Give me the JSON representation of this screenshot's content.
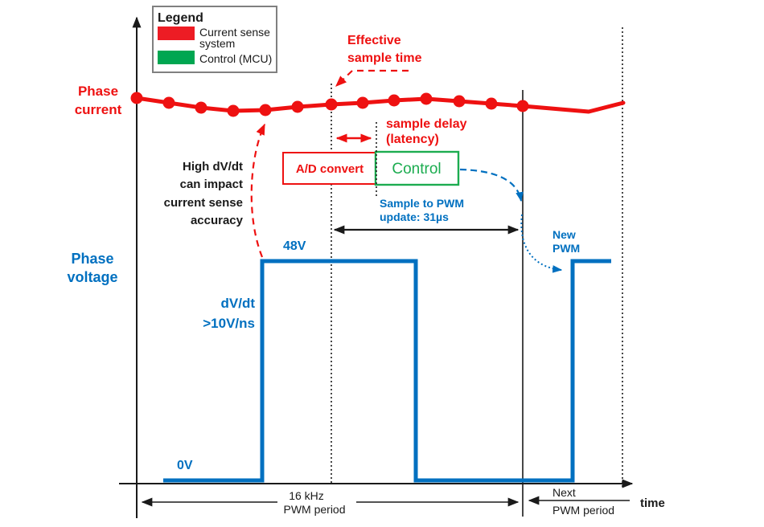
{
  "colors": {
    "current_sense_red": "#ee1111",
    "legend_red_swatch": "#ed1c24",
    "control_green": "#1cac50",
    "legend_green_swatch": "#00a651",
    "phase_voltage_blue": "#0070c0",
    "axis_black": "#1a1a1a"
  },
  "legend": {
    "title": "Legend",
    "items": [
      {
        "line1": "Current sense",
        "line2": "system",
        "color": "#ed1c24"
      },
      {
        "line1": "Control (MCU)",
        "line2": "",
        "color": "#00a651"
      }
    ]
  },
  "labels": {
    "phase_current": {
      "line1": "Phase",
      "line2": "current"
    },
    "phase_voltage": {
      "line1": "Phase",
      "line2": "voltage"
    },
    "effective_sample_time": {
      "line1": "Effective",
      "line2": "sample time"
    },
    "sample_delay": {
      "line1": "sample delay",
      "line2": "(latency)"
    },
    "high_dvdt": {
      "line1": "High dV/dt",
      "line2": "can impact",
      "line3": "current sense",
      "line4": "accuracy"
    },
    "ad_convert": "A/D convert",
    "control": "Control",
    "sample_to_pwm": {
      "line1": "Sample to PWM",
      "line2": "update: 31µs"
    },
    "new_pwm": {
      "line1": "New",
      "line2": "PWM"
    },
    "voltage_high": "48V",
    "voltage_low": "0V",
    "dvdt": {
      "line1": "dV/dt",
      "line2": ">10V/ns"
    },
    "pwm_period": {
      "line1": "16 kHz",
      "line2": "PWM period"
    },
    "next_period": {
      "line1": "Next",
      "line2": "PWM period"
    },
    "time_axis": "time"
  },
  "waveforms": {
    "phase_current": {
      "color": "#ee1111",
      "stroke_width": 5,
      "dot_radius": 7.5,
      "dot_count": 13,
      "points": [
        [
          170,
          122
        ],
        [
          210,
          128
        ],
        [
          250,
          134
        ],
        [
          290,
          138
        ],
        [
          330,
          137
        ],
        [
          370,
          133
        ],
        [
          412,
          130
        ],
        [
          451,
          128
        ],
        [
          490,
          125
        ],
        [
          530,
          123
        ],
        [
          571,
          126
        ],
        [
          611,
          129
        ],
        [
          650,
          132
        ],
        [
          732,
          139
        ],
        [
          775,
          128
        ]
      ]
    },
    "phase_voltage": {
      "color": "#0070c0",
      "stroke_width": 5,
      "points": [
        [
          203,
          598
        ],
        [
          326,
          598
        ],
        [
          326,
          325
        ],
        [
          517,
          325
        ],
        [
          517,
          598
        ],
        [
          712,
          598
        ],
        [
          712,
          325
        ],
        [
          760,
          325
        ]
      ]
    }
  }
}
